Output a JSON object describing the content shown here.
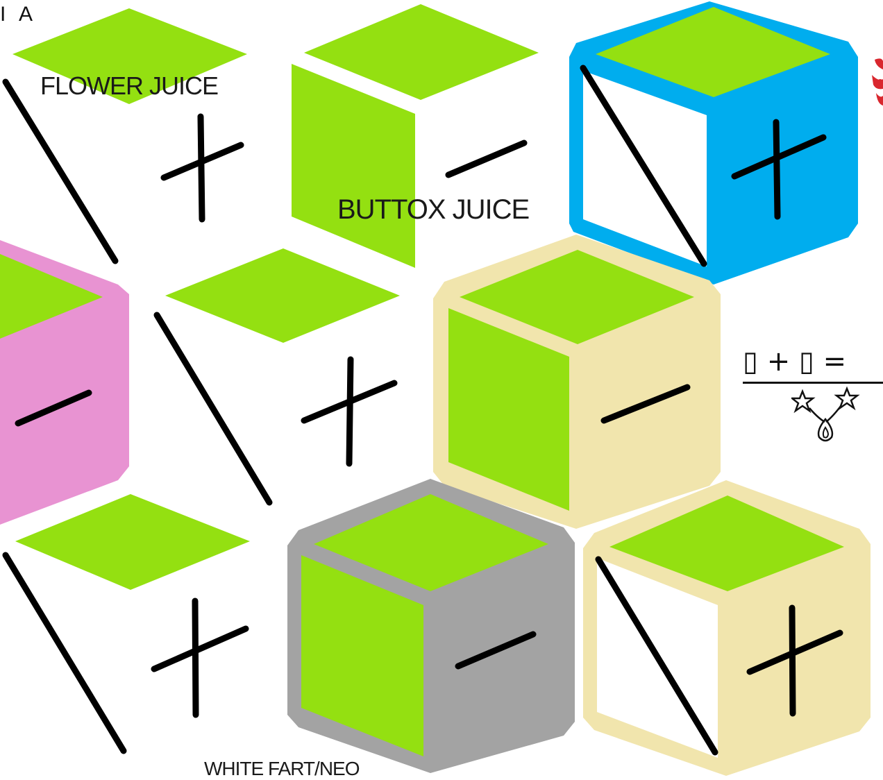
{
  "labels": {
    "corner": "I A",
    "flower": "FLOWER JUICE",
    "buttox": "BUTTOX JUICE",
    "white": "WHITE FART/NEO"
  },
  "formula": {
    "top": "▯ + ▯ = ",
    "bottom_symbol": "double-star-drop-icon"
  },
  "colors": {
    "green": "#94e011",
    "blue": "#00adee",
    "pink": "#e893d2",
    "cream": "#f1e5ad",
    "gray": "#a3a3a3",
    "ink": "#000000",
    "red": "#d9272e"
  },
  "cubes": [
    {
      "id": "cube-blue",
      "frame": "blue",
      "left": "white",
      "right": "blue",
      "slash": true,
      "sign": "+"
    },
    {
      "id": "cube-pink",
      "frame": "pink",
      "left": "green",
      "right": "pink",
      "slash": false,
      "sign": "−"
    },
    {
      "id": "cube-cream-mid",
      "frame": "cream",
      "left": "green",
      "right": "cream",
      "slash": false,
      "sign": "−"
    },
    {
      "id": "cube-gray",
      "frame": "gray",
      "left": "green",
      "right": "gray",
      "slash": false,
      "sign": "−"
    },
    {
      "id": "cube-cream-bottom",
      "frame": "cream",
      "left": "white",
      "right": "cream",
      "slash": true,
      "sign": "+"
    },
    {
      "id": "cube-open-top-left",
      "frame": "none",
      "left": "white",
      "right": "white",
      "slash": true,
      "sign": "+"
    },
    {
      "id": "cube-open-top-mid",
      "frame": "none",
      "left": "green",
      "right": "white",
      "slash": false,
      "sign": "−"
    },
    {
      "id": "cube-open-mid-left",
      "frame": "none",
      "left": "white",
      "right": "white",
      "slash": true,
      "sign": "+"
    },
    {
      "id": "cube-open-bottom-left",
      "frame": "none",
      "left": "white",
      "right": "white",
      "slash": true,
      "sign": "+"
    }
  ]
}
